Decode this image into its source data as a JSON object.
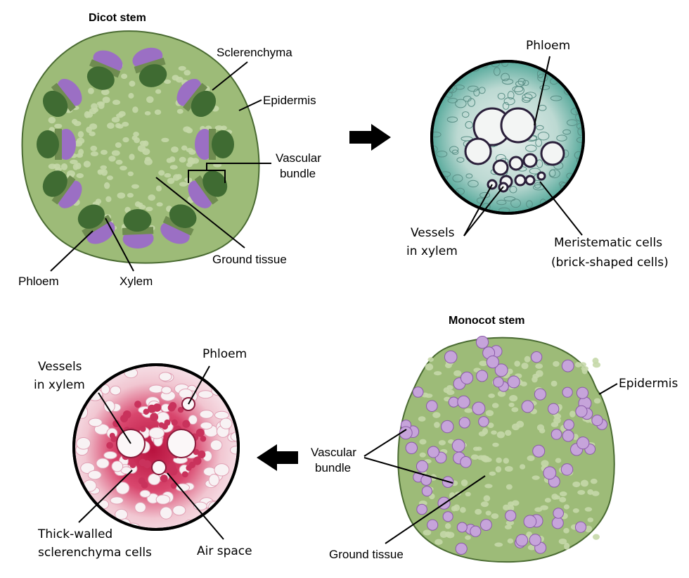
{
  "dicot": {
    "title": "Dicot stem",
    "sclerenchyma": "Sclerenchyma",
    "epidermis": "Epidermis",
    "vascular_bundle_1": "Vascular",
    "vascular_bundle_2": "bundle",
    "ground_tissue": "Ground tissue",
    "phloem": "Phloem",
    "xylem": "Xylem"
  },
  "dicot_micro": {
    "phloem": "Phloem",
    "vessels_1": "Vessels",
    "vessels_2": "in xylem",
    "meristematic_1": "Meristematic cells",
    "meristematic_2": "(brick-shaped cells)"
  },
  "monocot": {
    "title": "Monocot stem",
    "epidermis": "Epidermis",
    "vascular_bundle_1": "Vascular",
    "vascular_bundle_2": "bundle",
    "ground_tissue": "Ground tissue"
  },
  "monocot_micro": {
    "vessels_1": "Vessels",
    "vessels_2": "in xylem",
    "phloem": "Phloem",
    "sclerenchyma_1": "Thick-walled",
    "sclerenchyma_2": "sclerenchyma cells",
    "air_space": "Air space"
  },
  "colors": {
    "stem_fill": "#9dbb78",
    "stem_outline": "#4a6b32",
    "xylem": "#3f6b32",
    "phloem": "#9b6fc4",
    "monocot_bundle": "#c6a4da",
    "stain_red": "#c2284f",
    "stain_teal": "#3a9c8c"
  }
}
